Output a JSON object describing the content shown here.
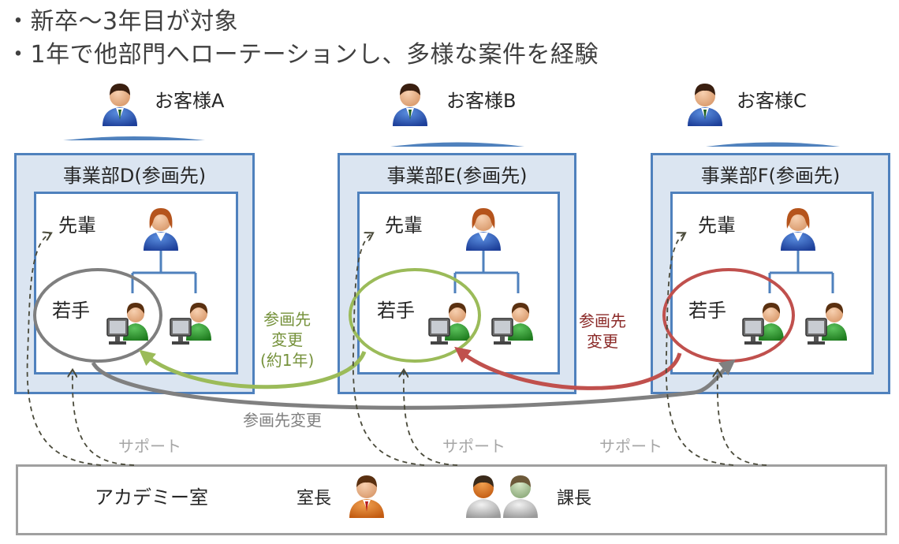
{
  "bullets": [
    "・新卒～3年目が対象",
    "・1年で他部門へローテーションし、多様な案件を経験"
  ],
  "customers": [
    "お客様A",
    "お客様B",
    "お客様C"
  ],
  "departments": [
    {
      "title": "事業部D(参画先)",
      "senior": "先輩",
      "junior": "若手"
    },
    {
      "title": "事業部E(参画先)",
      "senior": "先輩",
      "junior": "若手"
    },
    {
      "title": "事業部F(参画先)",
      "senior": "先輩",
      "junior": "若手"
    }
  ],
  "arrows": {
    "green": [
      "参画先",
      "変更",
      "(約1年)"
    ],
    "red": [
      "参画先",
      "変更"
    ],
    "gray": "参画先変更"
  },
  "support_label": "サポート",
  "academy": {
    "name": "アカデミー室",
    "head": "室長",
    "manager": "課長"
  },
  "colors": {
    "dept_border": "#4f81bd",
    "dept_fill": "#dbe5f1",
    "green": "#9bbb59",
    "red": "#c0504d",
    "gray": "#7f7f7f",
    "support": "#4a4a3a"
  }
}
